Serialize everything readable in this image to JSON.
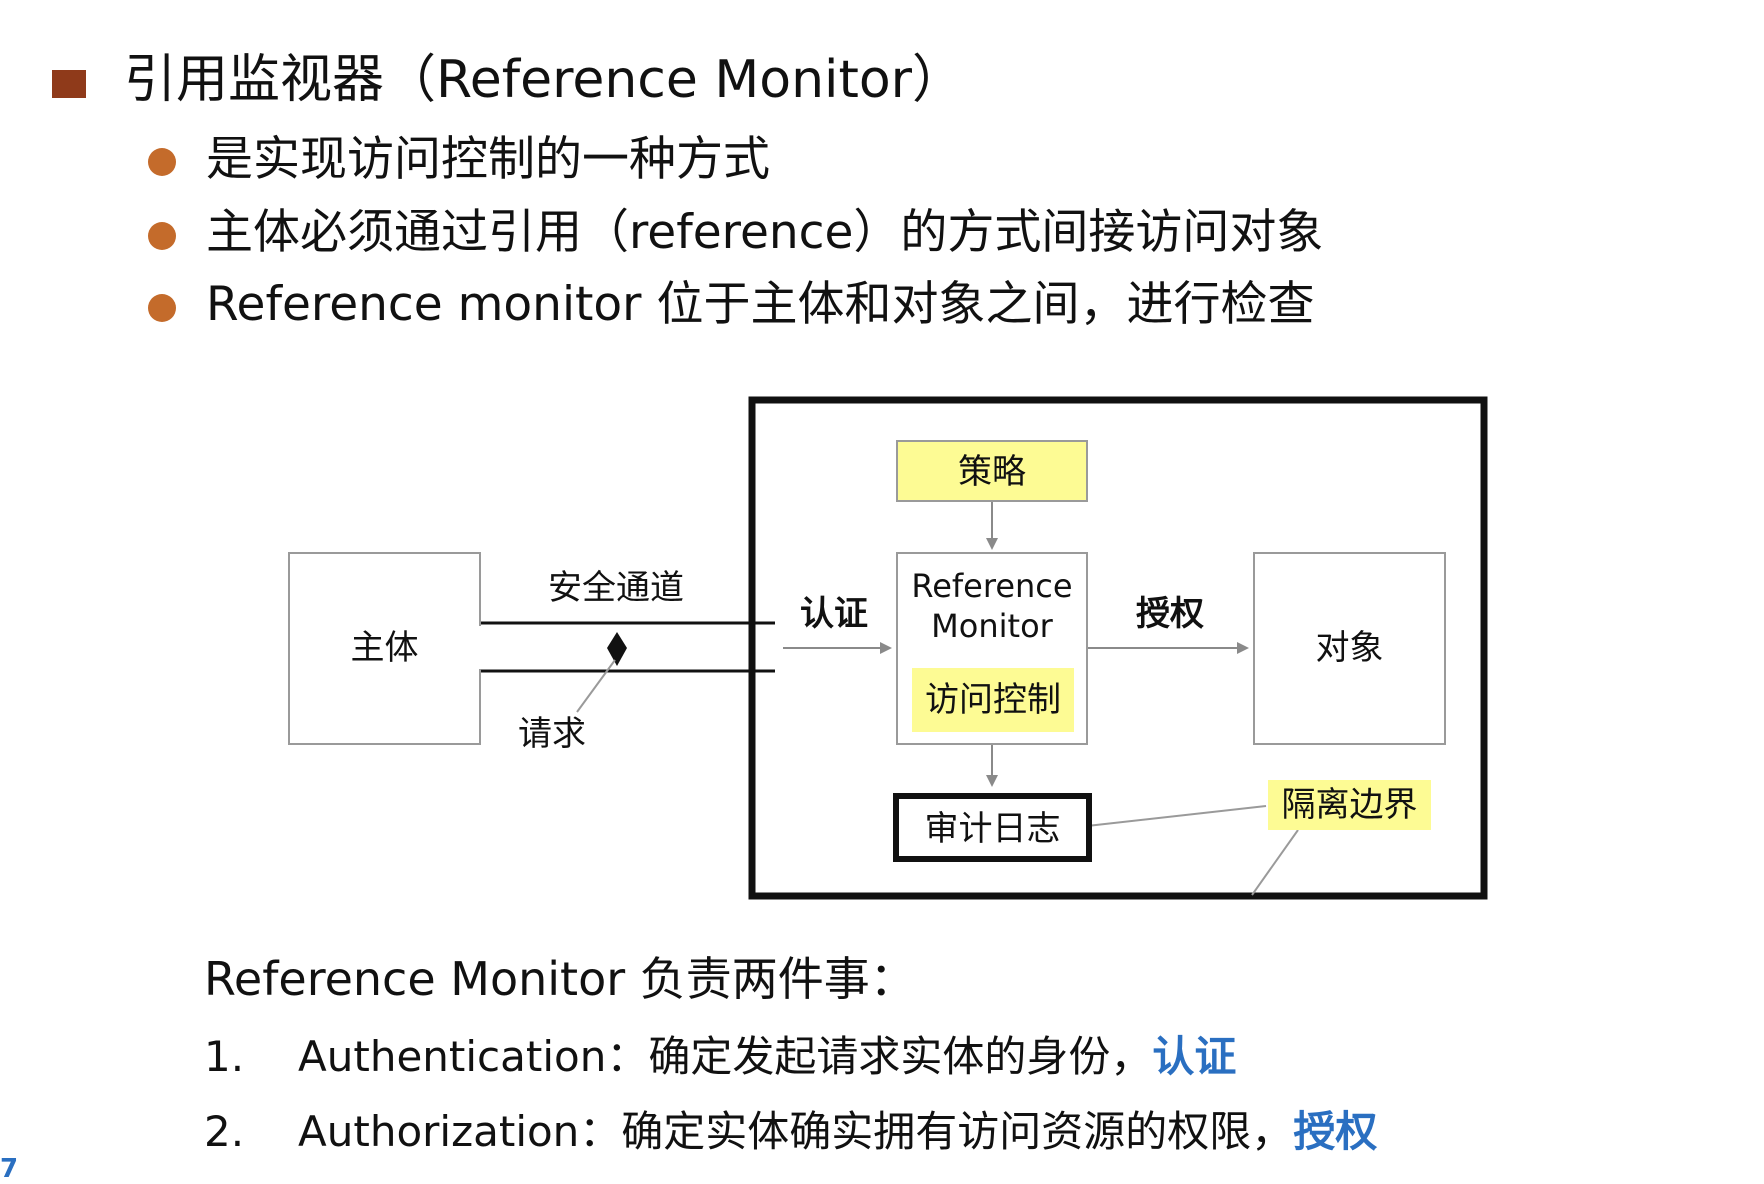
{
  "heading": "引用监视器（Reference Monitor）",
  "bullets": [
    "是实现访问控制的一种方式",
    "主体必须通过引用（reference）的方式间接访问对象",
    "Reference monitor 位于主体和对象之间，进行检查"
  ],
  "diagram": {
    "subject": "主体",
    "secure_channel": "安全通道",
    "request": "请求",
    "authentication": "认证",
    "reference_monitor_line1": "Reference",
    "reference_monitor_line2": "Monitor",
    "access_control": "访问控制",
    "policy": "策略",
    "authorization": "授权",
    "object": "对象",
    "audit_log": "审计日志",
    "isolation_boundary": "隔离边界"
  },
  "summary": {
    "heading": "Reference Monitor 负责两件事：",
    "items": [
      {
        "num": "1.",
        "text": "Authentication：确定发起请求实体的身份，",
        "keyword": "认证"
      },
      {
        "num": "2.",
        "text": "Authorization：确定实体确实拥有访问资源的权限，",
        "keyword": "授权"
      }
    ]
  },
  "page_number": "7",
  "colors": {
    "square_bullet": "#8f3a1a",
    "round_bullet": "#c46b2b",
    "highlight_yellow": "#fdfb94",
    "keyword_blue": "#2a6fc1"
  }
}
